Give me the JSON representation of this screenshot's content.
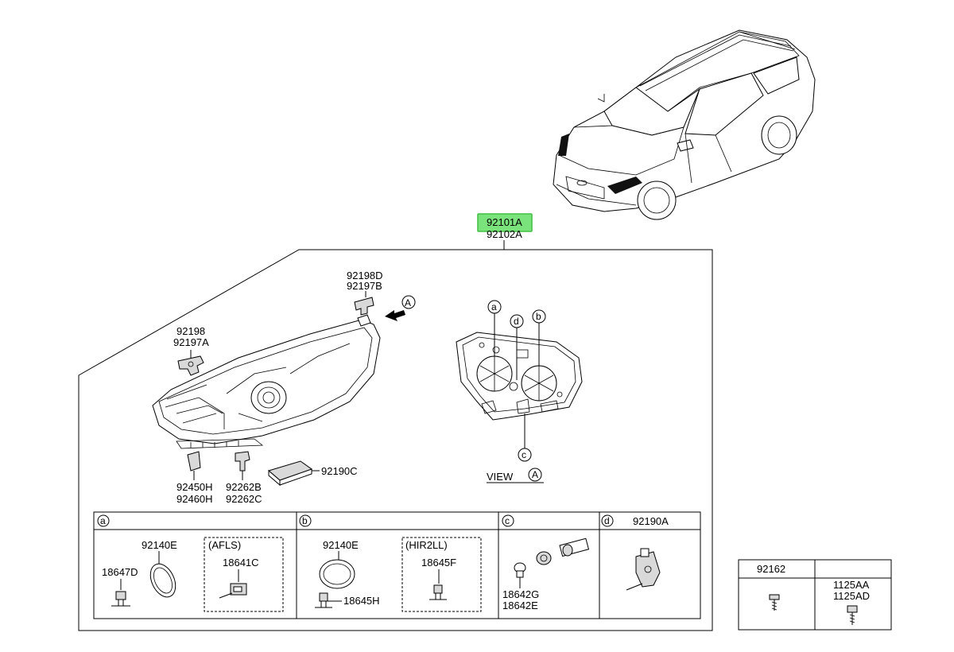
{
  "car": {
    "icon": "hatchback-wagon-car-icon"
  },
  "main_part": {
    "number_1": "92101A",
    "number_2": "92102A",
    "highlight_color": "#7be37b",
    "highlight_border": "#3fbf3f"
  },
  "assembly": {
    "bracket_top": {
      "line1": "92198D",
      "line2": "92197B"
    },
    "bracket_left": {
      "line1": "92198",
      "line2": "92197A"
    },
    "clip_bottom_left": {
      "line1": "92450H",
      "line2": "92460H"
    },
    "clip_bottom_mid": {
      "line1": "92262B",
      "line2": "92262C"
    },
    "ballast": {
      "label": "92190C"
    },
    "view_marker": "A",
    "view_label": "VIEW",
    "view_letter": "A",
    "callouts": {
      "a": "a",
      "b": "b",
      "c": "c",
      "d": "d"
    }
  },
  "detail_table": {
    "cells": [
      {
        "letter": "a",
        "parts": [
          {
            "label": "92140E"
          },
          {
            "label": "18647D"
          }
        ],
        "group": {
          "title": "(AFLS)",
          "label": "18641C"
        }
      },
      {
        "letter": "b",
        "parts": [
          {
            "label": "92140E"
          },
          {
            "label": "18645H"
          }
        ],
        "group": {
          "title": "(HIR2LL)",
          "label": "18645F"
        }
      },
      {
        "letter": "c",
        "parts": [
          {
            "label": "18642G"
          },
          {
            "label": "18642E"
          }
        ]
      },
      {
        "letter": "d",
        "parts": [
          {
            "label": "92190A"
          }
        ]
      }
    ]
  },
  "side_table": {
    "col1_header": "92162",
    "col2_line1": "1125AA",
    "col2_line2": "1125AD"
  }
}
